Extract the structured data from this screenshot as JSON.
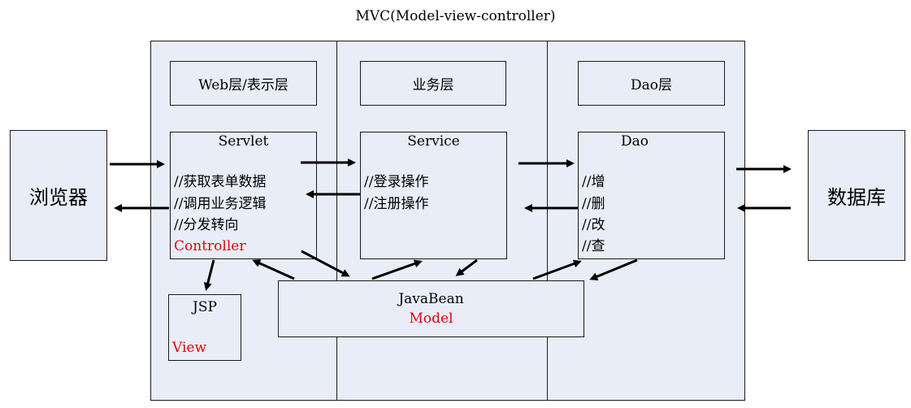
{
  "title": "MVC(Model-view-controller)",
  "layers": {
    "web": "Web层/表示层",
    "service": "业务层",
    "dao": "Dao层"
  },
  "browser": "浏览器",
  "database": "数据库",
  "servlet": {
    "title": "Servlet",
    "lines": [
      "//获取表单数据",
      "//调用业务逻辑",
      "//分发转向"
    ],
    "role": "Controller"
  },
  "service": {
    "title": "Service",
    "lines": [
      "//登录操作",
      "//注册操作"
    ]
  },
  "dao": {
    "title": "Dao",
    "lines": [
      "//增",
      "//删",
      "//改",
      "//查"
    ]
  },
  "jsp": {
    "title": "JSP",
    "role": "View"
  },
  "javabean": {
    "title": "JavaBean",
    "role": "Model"
  },
  "colors": {
    "panel": "#e8edf7",
    "border": "#1a1a1a",
    "role_text": "#e8000b"
  }
}
